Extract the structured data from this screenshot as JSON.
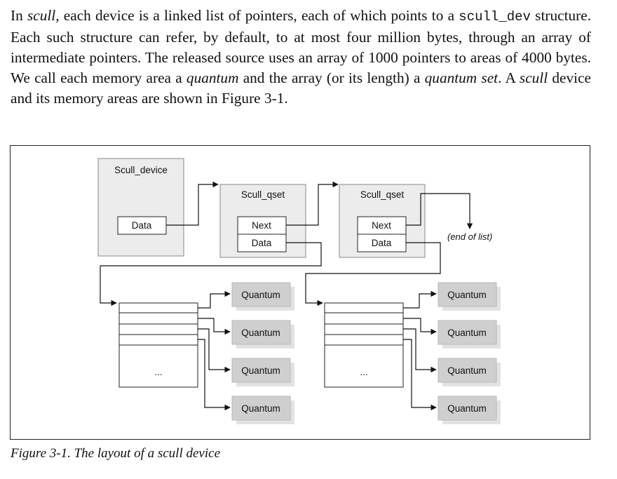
{
  "paragraph": {
    "p1": "In ",
    "scull1": "scull",
    "p2": ", each device is a linked list of pointers, each of which points to a ",
    "code": "scull_dev",
    "p3": " structure. Each such structure can refer, by default, to at most four million bytes, through an array of intermediate pointers. The released source uses an array of 1000 pointers to areas of 4000 bytes. We call each memory area a ",
    "quantum": "quantum",
    "p4": " and the array (or its length) a ",
    "quantum_set": "quantum set",
    "p5": ". A ",
    "scull2": "scull",
    "p6": " device and its memory areas are shown in Figure 3-1."
  },
  "figure": {
    "device_title": "Scull_device",
    "device_data": "Data",
    "qset1_title": "Scull_qset",
    "qset1_next": "Next",
    "qset1_data": "Data",
    "qset2_title": "Scull_qset",
    "qset2_next": "Next",
    "qset2_data": "Data",
    "end_of_list": "(end of list)",
    "ellipsis_left": "...",
    "ellipsis_right": "...",
    "quantum_left": [
      "Quantum",
      "Quantum",
      "Quantum",
      "Quantum"
    ],
    "quantum_right": [
      "Quantum",
      "Quantum",
      "Quantum",
      "Quantum"
    ]
  },
  "caption": "Figure 3-1. The layout of a scull device"
}
